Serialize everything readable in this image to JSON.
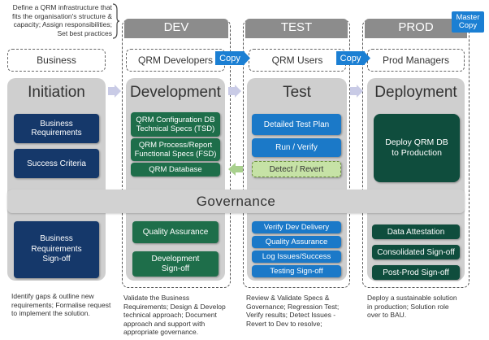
{
  "intro_note": [
    "Define a QRM infrastructure that",
    "fits the organisation's structure &",
    "capacity; Assign responsibilities;",
    "Set best practices"
  ],
  "environments": {
    "dev": "DEV",
    "test": "TEST",
    "prod": "PROD"
  },
  "master_copy": [
    "Master",
    "Copy"
  ],
  "copy_label": "Copy",
  "roles": {
    "business": "Business",
    "developers": "QRM Developers",
    "users": "QRM Users",
    "managers": "Prod Managers"
  },
  "phases": {
    "initiation": "Initiation",
    "development": "Development",
    "test": "Test",
    "deployment": "Deployment"
  },
  "governance": "Governance",
  "initiation_items": [
    "Business Requirements",
    "Success Criteria"
  ],
  "initiation_signoff": [
    "Business",
    "Requirements",
    "Sign-off"
  ],
  "development_items": [
    [
      "QRM Configuration DB",
      "Technical Specs (TSD)"
    ],
    [
      "QRM Process/Report",
      "Functional Specs (FSD)"
    ],
    [
      "QRM Database"
    ]
  ],
  "development_lower": [
    [
      "Quality Assurance"
    ],
    [
      "Development",
      "Sign-off"
    ]
  ],
  "test_items": [
    "Detailed Test Plan",
    "Run / Verify",
    "Detect / Revert"
  ],
  "test_lower": [
    "Verify Dev Delivery",
    "Quality Assurance",
    "Log Issues/Success",
    "Testing Sign-off"
  ],
  "deploy_main": [
    "Deploy QRM DB",
    "to Production"
  ],
  "deploy_lower": [
    "Data Attestation",
    "Consolidated Sign-off",
    "Post-Prod Sign-off"
  ],
  "descriptions": {
    "initiation": [
      "Identify gaps & outline new",
      "requirements; Formalise request",
      "to implement the solution."
    ],
    "development": [
      "Validate the Business",
      "Requirements; Design & Develop",
      "technical approach; Document",
      "approach and support with",
      "appropriate governance."
    ],
    "test": [
      "Review & Validate Specs &",
      "Governance; Regression Test;",
      "Verify results; Detect Issues -",
      "Revert to Dev to resolve;"
    ],
    "deployment": [
      "Deploy a sustainable solution",
      "in production; Solution role",
      "over to BAU."
    ]
  },
  "colors": {
    "navy": "#15386a",
    "green": "#1e6e4a",
    "dark_green": "#0f4d3d",
    "blue": "#1b79c8",
    "light_green": "#c6e2a6",
    "phase_grey": "#cfcfcf",
    "header_grey": "#8c8c8c"
  }
}
